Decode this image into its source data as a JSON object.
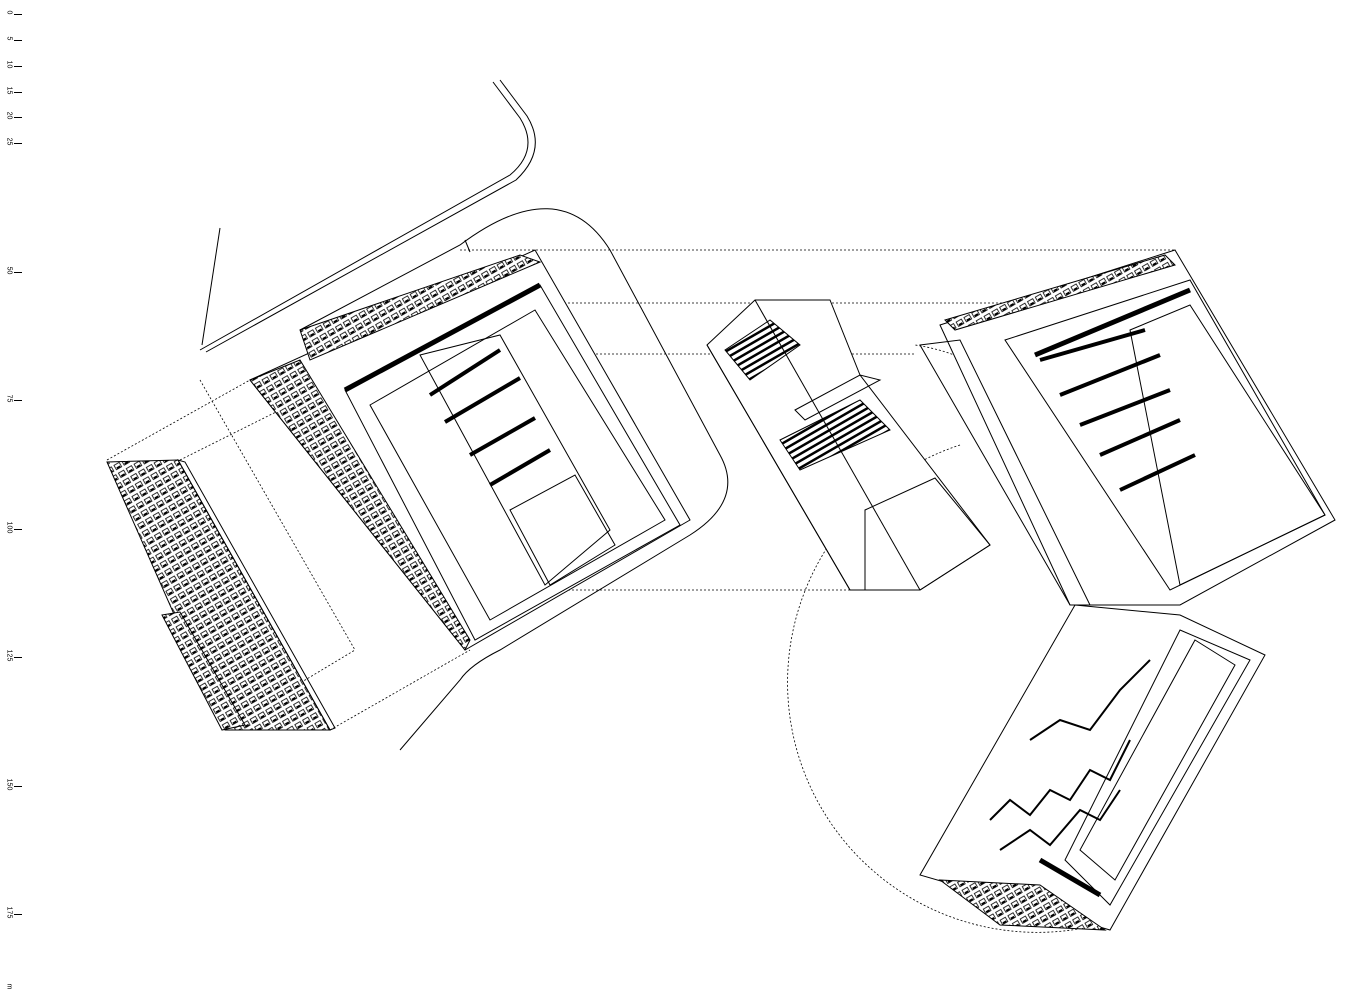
{
  "scale_bar": {
    "unit": "m",
    "labels": [
      "0",
      "5",
      "10",
      "15",
      "20",
      "25",
      "50",
      "75",
      "100",
      "125",
      "150",
      "175"
    ]
  },
  "colors": {
    "line": "#000000",
    "background": "#ffffff"
  }
}
